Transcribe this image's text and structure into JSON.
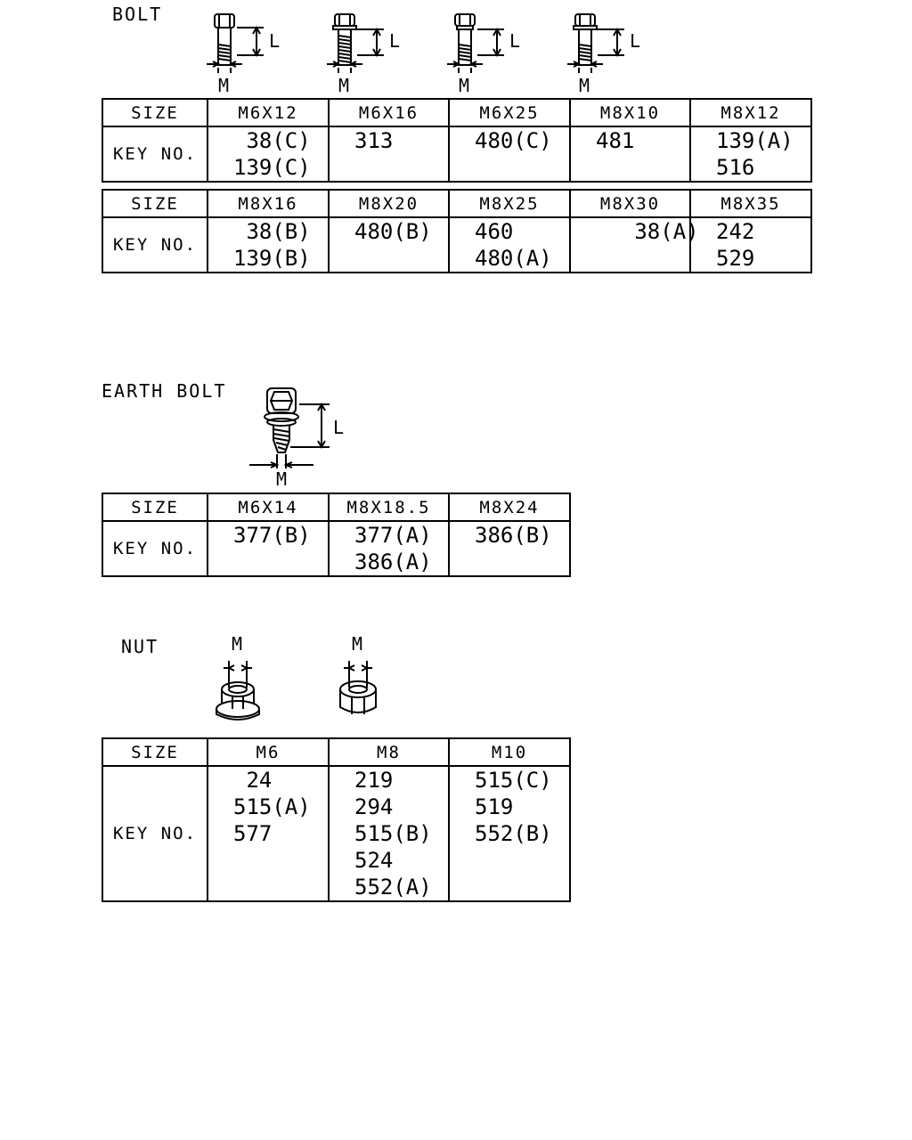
{
  "bolt": {
    "label": "BOLT",
    "dim_L": "L",
    "dim_M": "M",
    "tables": [
      {
        "size_header": "SIZE",
        "key_header": "KEY NO.",
        "sizes": [
          "M6X12",
          "M6X16",
          "M6X25",
          "M8X10",
          "M8X12"
        ],
        "keys": [
          [
            " 38(C)",
            "139(C)"
          ],
          [
            "313"
          ],
          [
            "480(C)"
          ],
          [
            "481"
          ],
          [
            "139(A)",
            "516"
          ]
        ]
      },
      {
        "size_header": "SIZE",
        "key_header": "KEY NO.",
        "sizes": [
          "M8X16",
          "M8X20",
          "M8X25",
          "M8X30",
          "M8X35"
        ],
        "keys": [
          [
            " 38(B)",
            "139(B)"
          ],
          [
            "480(B)"
          ],
          [
            "460",
            "480(A)"
          ],
          [
            "   38(A)"
          ],
          [
            "242",
            "529"
          ]
        ]
      }
    ]
  },
  "earth_bolt": {
    "label": "EARTH BOLT",
    "dim_L": "L",
    "dim_M": "M",
    "table": {
      "size_header": "SIZE",
      "key_header": "KEY NO.",
      "sizes": [
        "M6X14",
        "M8X18.5",
        "M8X24"
      ],
      "keys": [
        [
          "377(B)"
        ],
        [
          "377(A)",
          "386(A)"
        ],
        [
          "386(B)"
        ]
      ]
    }
  },
  "nut": {
    "label": "NUT",
    "dim_M": "M",
    "table": {
      "size_header": "SIZE",
      "key_header": "KEY NO.",
      "sizes": [
        "M6",
        "M8",
        "M10"
      ],
      "keys": [
        [
          " 24",
          "515(A)",
          "577"
        ],
        [
          "219",
          "294",
          "515(B)",
          "524",
          "552(A)"
        ],
        [
          "515(C)",
          "519",
          "552(B)"
        ]
      ]
    }
  }
}
